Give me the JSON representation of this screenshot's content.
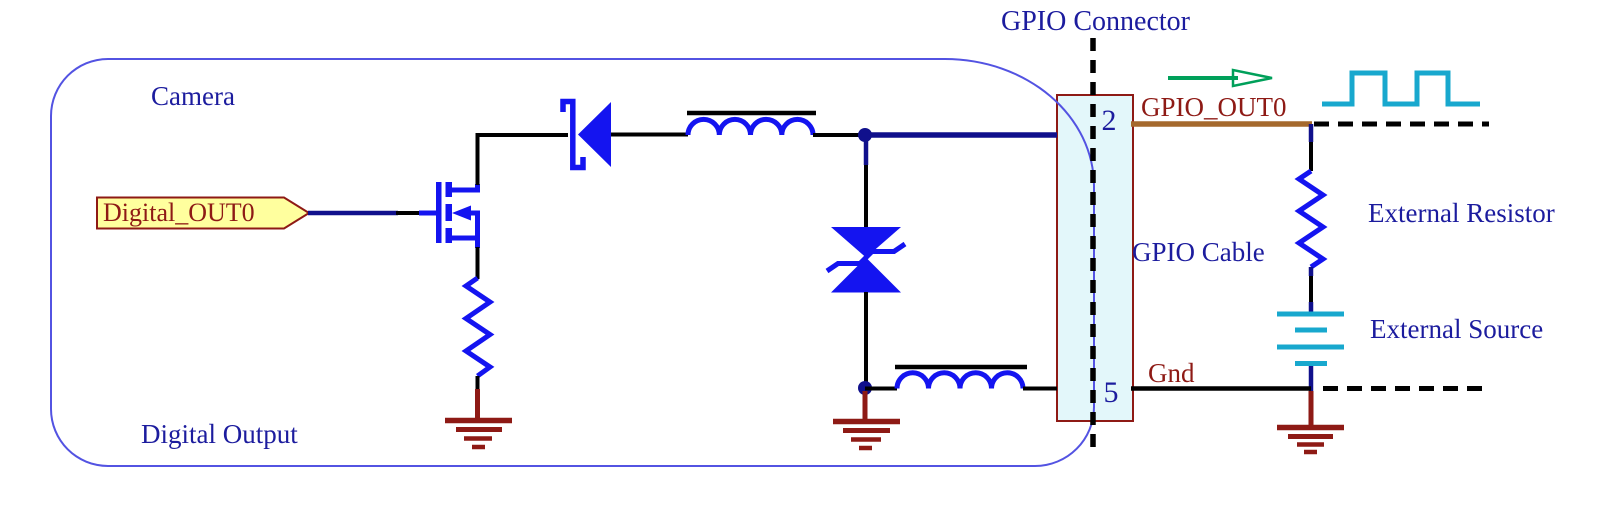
{
  "title": "GPIO Connector",
  "camera": {
    "label": "Camera",
    "output_label": "Digital Output",
    "port_tag": "Digital_OUT0"
  },
  "connector": {
    "cable_label": "GPIO Cable",
    "pins": [
      {
        "number": "2",
        "signal": "GPIO_OUT0"
      },
      {
        "number": "5",
        "signal": "Gnd"
      }
    ]
  },
  "external": {
    "resistor_label": "External Resistor",
    "source_label": "External Source"
  },
  "symbols": {
    "mosfet-icon": "n-channel mosfet",
    "schottky-diode-icon": "schottky diode",
    "ferrite-bead-top-icon": "ferrite bead inductor",
    "ferrite-bead-bottom-icon": "ferrite bead inductor",
    "tvs-diode-icon": "bidirectional tvs diode",
    "pulldown-resistor-icon": "resistor",
    "external-resistor-icon": "resistor",
    "battery-icon": "battery (external source)",
    "square-wave-icon": "output pulse waveform",
    "direction-arrow-icon": "signal direction arrow",
    "ground-icon": "earth ground",
    "net-tag": "signal port flag"
  },
  "colors": {
    "label_blue": "#1c1c9e",
    "component_blue": "#1414f0",
    "wire_navy": "#10108c",
    "wire_black": "#000000",
    "dark_red": "#8e1a15",
    "wire_brown": "#a5692d",
    "cyan": "#18a8ce",
    "green": "#00a05a",
    "tag_yellow": "#ffff9e",
    "connector_fill": "#e3f7fa",
    "camera_outline_blue": "#5353e2"
  }
}
